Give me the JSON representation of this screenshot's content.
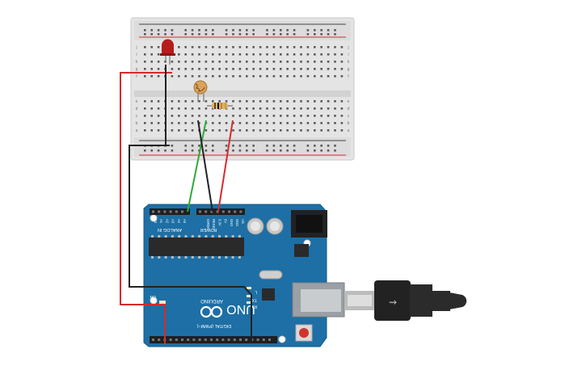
{
  "board": {
    "brand": "ARDUINO",
    "model": "UNO",
    "power_header_label": "POWER",
    "analog_header_label": "ANALOG IN",
    "digital_header_label": "DIGITAL (PWM~)",
    "on_label": "ON",
    "tx_label": "TX",
    "rx_label": "RX",
    "l_label": "L",
    "power_pins": [
      "IOREF",
      "RESET",
      "3.3V",
      "5V",
      "GND",
      "GND",
      "Vin"
    ],
    "analog_pins": [
      "A0",
      "A1",
      "A2",
      "A3",
      "A4",
      "A5"
    ]
  },
  "breadboard": {
    "row_letters_top": [
      "j",
      "i",
      "h",
      "g",
      "f"
    ],
    "row_letters_bottom": [
      "e",
      "d",
      "c",
      "b",
      "a"
    ]
  },
  "colors": {
    "board_blue": "#1d6fa5",
    "breadboard": "#e6e6e6",
    "wire_red": "#d62b2b",
    "wire_black": "#222222",
    "wire_green": "#2eaa3a",
    "led_red": "#b71c1c"
  }
}
